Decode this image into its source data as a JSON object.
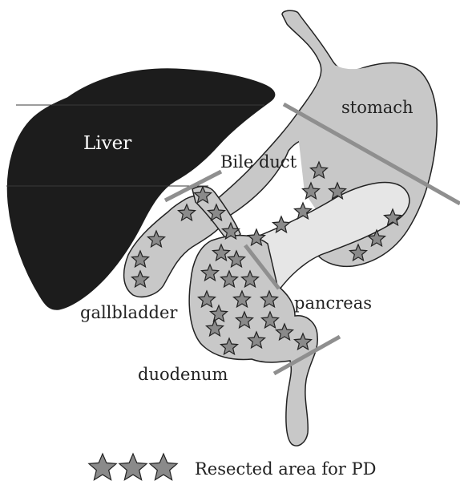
{
  "labels": {
    "liver": "Liver",
    "stomach": "stomach",
    "bile_duct": "Bile duct",
    "gallbladder": "gallbladder",
    "pancreas": "pancreas",
    "duodenum": "duodenum"
  },
  "legend": {
    "text": "Resected area for PD",
    "icon": "star-icon"
  },
  "colors": {
    "liver": "#1c1c1c",
    "organ_gray": "#c8c8c8",
    "pancreas_light": "#e6e6e6",
    "star_fill": "#8a8a8a",
    "outline": "#222222",
    "cut_line": "#8f8f8f"
  }
}
